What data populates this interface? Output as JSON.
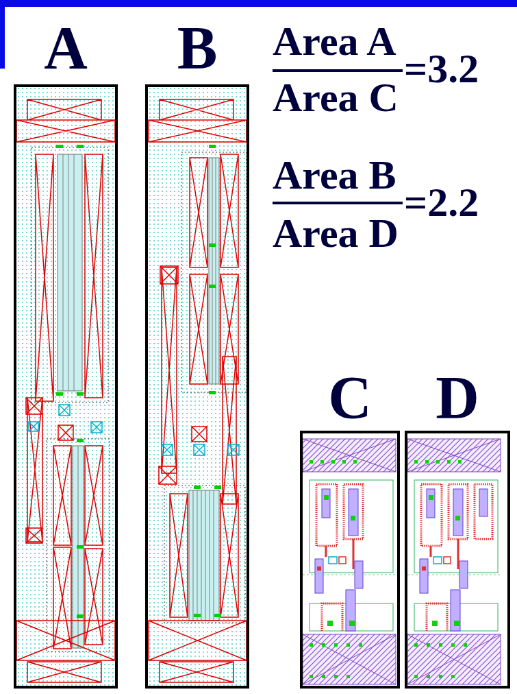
{
  "diagram": {
    "nodes": [
      {
        "text": [
          "A"
        ]
      },
      {
        "text": [
          "B"
        ]
      },
      {
        "text": [
          "C"
        ]
      },
      {
        "text": [
          "D"
        ]
      }
    ],
    "labels": [
      "Area A",
      "=3.2",
      "Area C",
      "Area B",
      "=2.2",
      "Area D"
    ]
  }
}
